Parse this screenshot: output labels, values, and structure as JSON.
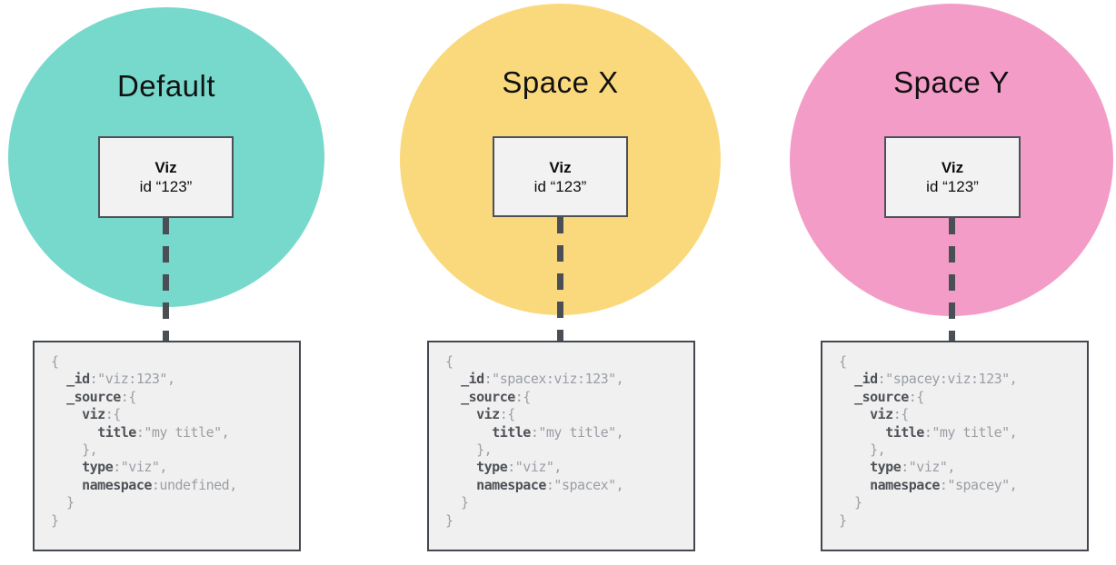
{
  "colors": {
    "teal_circle": "#76d9cc",
    "yellow_circle": "#fad97c",
    "pink_circle": "#f49cc8",
    "code_key": "#4e5256",
    "code_plain": "#9a9ea3",
    "connector": "#4a4f55",
    "node_fill": "#f2f2f3",
    "node_border": "#4d5157",
    "code_fill": "#f0f0f1",
    "code_border": "#43484e"
  },
  "panels": [
    {
      "title": "Default",
      "circle_color": "#76d9cc",
      "node": {
        "title": "Viz",
        "subtitle": "id “123”"
      },
      "code_lines": [
        [
          {
            "t": "p",
            "s": "{"
          }
        ],
        [
          {
            "t": "p",
            "s": "  "
          },
          {
            "t": "k",
            "s": "_id"
          },
          {
            "t": "p",
            "s": ":\"viz:123\","
          }
        ],
        [
          {
            "t": "p",
            "s": "  "
          },
          {
            "t": "k",
            "s": "_source"
          },
          {
            "t": "p",
            "s": ":{"
          }
        ],
        [
          {
            "t": "p",
            "s": "    "
          },
          {
            "t": "k",
            "s": "viz"
          },
          {
            "t": "p",
            "s": ":{"
          }
        ],
        [
          {
            "t": "p",
            "s": "      "
          },
          {
            "t": "k",
            "s": "title"
          },
          {
            "t": "p",
            "s": ":\"my title\","
          }
        ],
        [
          {
            "t": "p",
            "s": "    },"
          }
        ],
        [
          {
            "t": "p",
            "s": "    "
          },
          {
            "t": "k",
            "s": "type"
          },
          {
            "t": "p",
            "s": ":\"viz\","
          }
        ],
        [
          {
            "t": "p",
            "s": "    "
          },
          {
            "t": "k",
            "s": "namespace"
          },
          {
            "t": "p",
            "s": ":undefined,"
          }
        ],
        [
          {
            "t": "p",
            "s": "  }"
          }
        ],
        [
          {
            "t": "p",
            "s": "}"
          }
        ]
      ]
    },
    {
      "title": "Space X",
      "circle_color": "#fad97c",
      "node": {
        "title": "Viz",
        "subtitle": "id “123”"
      },
      "code_lines": [
        [
          {
            "t": "p",
            "s": "{"
          }
        ],
        [
          {
            "t": "p",
            "s": "  "
          },
          {
            "t": "k",
            "s": "_id"
          },
          {
            "t": "p",
            "s": ":\"spacex:viz:123\","
          }
        ],
        [
          {
            "t": "p",
            "s": "  "
          },
          {
            "t": "k",
            "s": "_source"
          },
          {
            "t": "p",
            "s": ":{"
          }
        ],
        [
          {
            "t": "p",
            "s": "    "
          },
          {
            "t": "k",
            "s": "viz"
          },
          {
            "t": "p",
            "s": ":{"
          }
        ],
        [
          {
            "t": "p",
            "s": "      "
          },
          {
            "t": "k",
            "s": "title"
          },
          {
            "t": "p",
            "s": ":\"my title\","
          }
        ],
        [
          {
            "t": "p",
            "s": "    },"
          }
        ],
        [
          {
            "t": "p",
            "s": "    "
          },
          {
            "t": "k",
            "s": "type"
          },
          {
            "t": "p",
            "s": ":\"viz\","
          }
        ],
        [
          {
            "t": "p",
            "s": "    "
          },
          {
            "t": "k",
            "s": "namespace"
          },
          {
            "t": "p",
            "s": ":\"spacex\","
          }
        ],
        [
          {
            "t": "p",
            "s": "  }"
          }
        ],
        [
          {
            "t": "p",
            "s": "}"
          }
        ]
      ]
    },
    {
      "title": "Space Y",
      "circle_color": "#f49cc8",
      "node": {
        "title": "Viz",
        "subtitle": "id “123”"
      },
      "code_lines": [
        [
          {
            "t": "p",
            "s": "{"
          }
        ],
        [
          {
            "t": "p",
            "s": "  "
          },
          {
            "t": "k",
            "s": "_id"
          },
          {
            "t": "p",
            "s": ":\"spacey:viz:123\","
          }
        ],
        [
          {
            "t": "p",
            "s": "  "
          },
          {
            "t": "k",
            "s": "_source"
          },
          {
            "t": "p",
            "s": ":{"
          }
        ],
        [
          {
            "t": "p",
            "s": "    "
          },
          {
            "t": "k",
            "s": "viz"
          },
          {
            "t": "p",
            "s": ":{"
          }
        ],
        [
          {
            "t": "p",
            "s": "      "
          },
          {
            "t": "k",
            "s": "title"
          },
          {
            "t": "p",
            "s": ":\"my title\","
          }
        ],
        [
          {
            "t": "p",
            "s": "    },"
          }
        ],
        [
          {
            "t": "p",
            "s": "    "
          },
          {
            "t": "k",
            "s": "type"
          },
          {
            "t": "p",
            "s": ":\"viz\","
          }
        ],
        [
          {
            "t": "p",
            "s": "    "
          },
          {
            "t": "k",
            "s": "namespace"
          },
          {
            "t": "p",
            "s": ":\"spacey\","
          }
        ],
        [
          {
            "t": "p",
            "s": "  }"
          }
        ],
        [
          {
            "t": "p",
            "s": "}"
          }
        ]
      ]
    }
  ]
}
